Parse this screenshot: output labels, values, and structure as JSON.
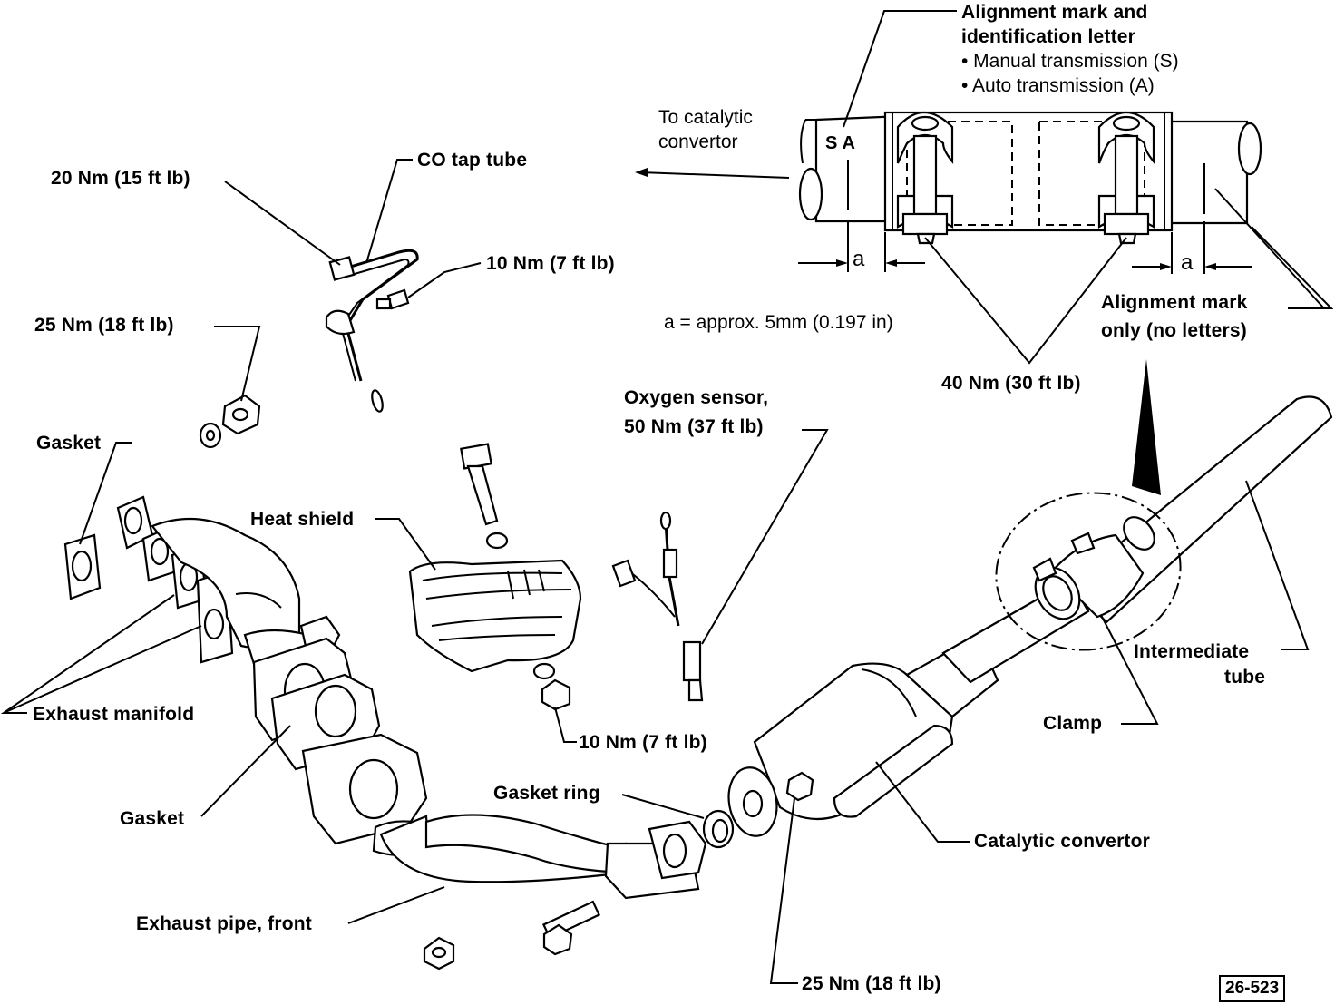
{
  "figure_id": "26-523",
  "labels": {
    "alignment_title": "Alignment mark and",
    "alignment_title2": "identification letter",
    "manual": "• Manual transmission (S)",
    "auto": "• Auto transmission (A)",
    "to_catalytic1": "To catalytic",
    "to_catalytic2": "convertor",
    "co_tap_tube": "CO tap tube",
    "torque_20": "20 Nm (15 ft lb)",
    "torque_10_top": "10 Nm (7 ft lb)",
    "torque_25_top": "25 Nm (18 ft lb)",
    "dim_a": "a  =  approx. 5mm (0.197 in)",
    "alignment_only1": "Alignment mark",
    "alignment_only2": "only (no letters)",
    "torque_40": "40 Nm (30 ft lb)",
    "oxygen1": "Oxygen sensor,",
    "oxygen2": "50 Nm (37 ft lb)",
    "gasket_top": "Gasket",
    "heat_shield": "Heat shield",
    "exhaust_manifold": "Exhaust manifold",
    "gasket_mid": "Gasket",
    "torque_10_mid": "10 Nm (7 ft lb)",
    "gasket_ring": "Gasket ring",
    "exhaust_pipe": "Exhaust pipe, front",
    "catalytic": "Catalytic convertor",
    "clamp": "Clamp",
    "intermediate1": "Intermediate",
    "intermediate2": "tube",
    "torque_25_bottom": "25 Nm (18 ft lb)",
    "letters_sa": "S A",
    "a_left": "a",
    "a_right": "a"
  }
}
